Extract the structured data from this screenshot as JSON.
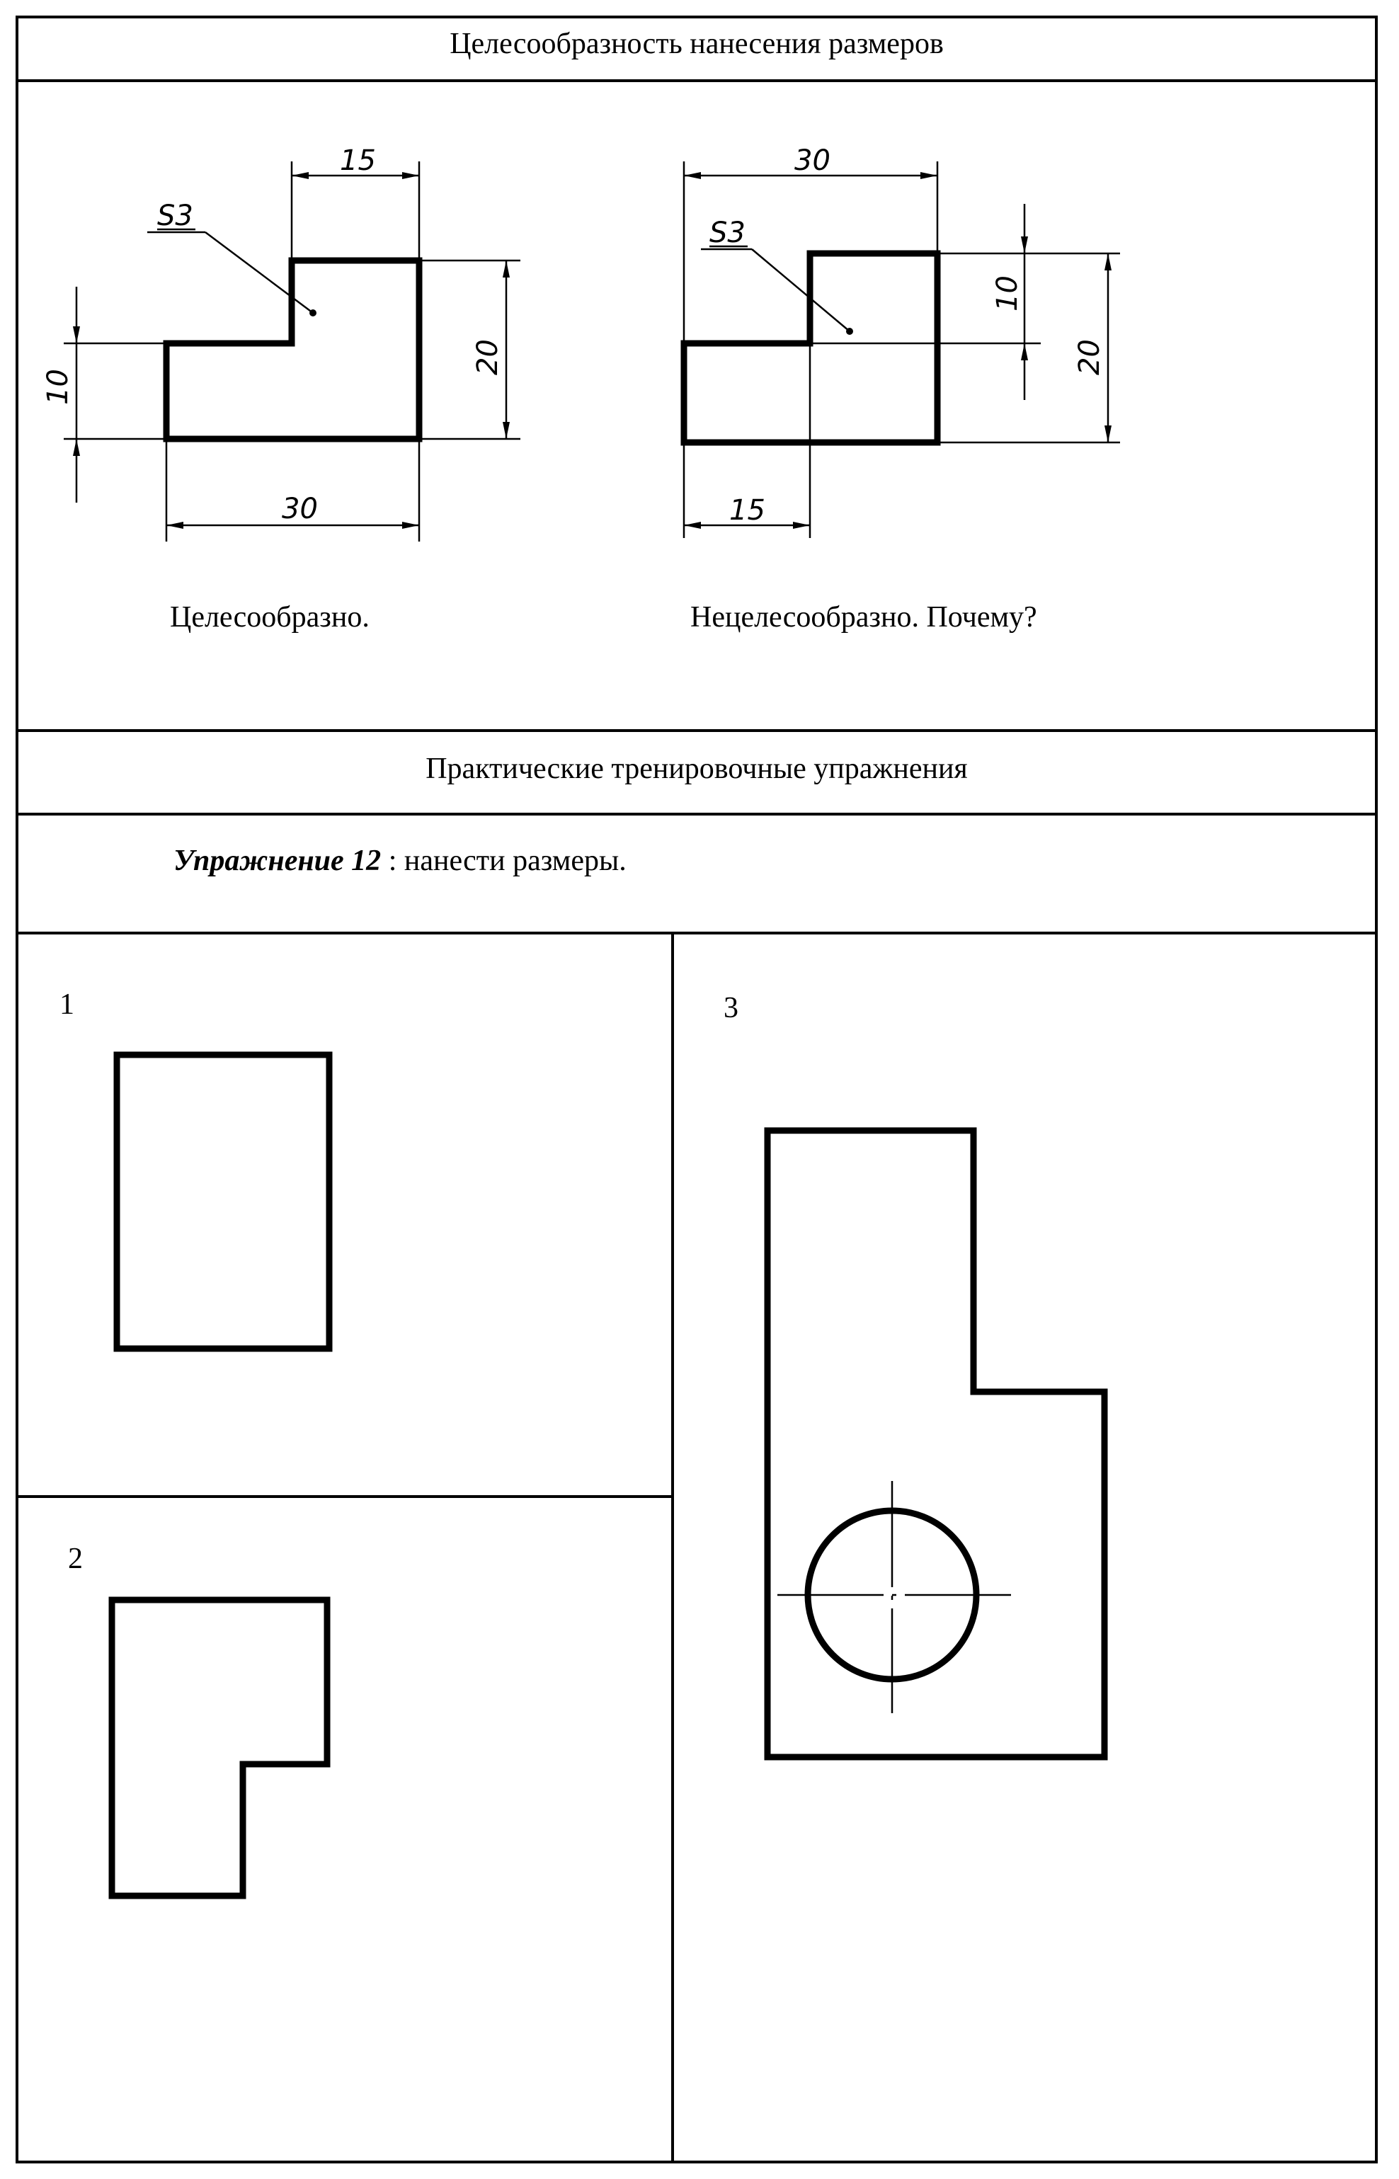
{
  "section1": {
    "title": "Целесообразность нанесения размеров",
    "left_figure": {
      "thickness_label": "S3",
      "dim_top": "15",
      "dim_right": "20",
      "dim_left": "10",
      "dim_bottom": "30",
      "caption": "Целесообразно."
    },
    "right_figure": {
      "thickness_label": "S3",
      "dim_top": "30",
      "dim_inner": "10",
      "dim_right": "20",
      "dim_bottom": "15",
      "caption": "Нецелесообразно. Почему?"
    }
  },
  "section2": {
    "title": "Практические тренировочные упражнения",
    "exercise_title": "Упражнение 12",
    "exercise_text": " : нанести размеры."
  },
  "tasks": [
    {
      "number": "1"
    },
    {
      "number": "2"
    },
    {
      "number": "3"
    }
  ]
}
